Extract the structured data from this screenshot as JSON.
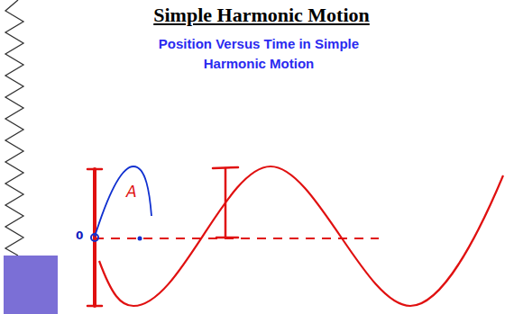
{
  "diagram": {
    "title": "Simple Harmonic Motion",
    "labels": [
      "Position Versus Time in Simple Harmonic Motion",
      "A",
      "0"
    ]
  }
}
